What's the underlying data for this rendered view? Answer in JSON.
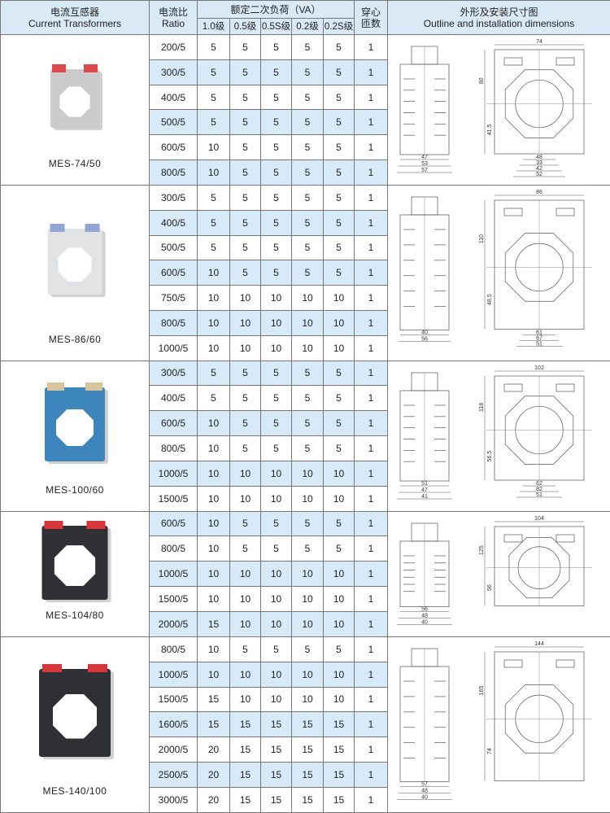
{
  "header": {
    "product_cn": "电流互感器",
    "product_en": "Current Transformers",
    "ratio_cn": "电流比",
    "ratio_en": "Ratio",
    "burden_title": "额定二次负荷（VA）",
    "classes": [
      "1.0级",
      "0.5级",
      "0.5S级",
      "0.2级",
      "0.2S级"
    ],
    "turns_cn_1": "穿心",
    "turns_cn_2": "匝数",
    "outline_cn": "外形及安装尺寸图",
    "outline_en": "Outline and installation dimensions"
  },
  "colors": {
    "header_bg": "#d9e9f6",
    "stripe": "#d7eaf8"
  },
  "groups": [
    {
      "model": "MES-74/50",
      "body_color": "#c9cbcd",
      "terminal_color": "#e0484c",
      "side_dims": [
        "47",
        "53",
        "57"
      ],
      "front_dims": [
        "74",
        "48",
        "90",
        "41.5",
        "33",
        "42",
        "52"
      ],
      "rows": [
        {
          "ratio": "200/5",
          "va": [
            "5",
            "5",
            "5",
            "5",
            "5"
          ],
          "turns": "1",
          "blue": false
        },
        {
          "ratio": "300/5",
          "va": [
            "5",
            "5",
            "5",
            "5",
            "5"
          ],
          "turns": "1",
          "blue": true
        },
        {
          "ratio": "400/5",
          "va": [
            "5",
            "5",
            "5",
            "5",
            "5"
          ],
          "turns": "1",
          "blue": false
        },
        {
          "ratio": "500/5",
          "va": [
            "5",
            "5",
            "5",
            "5",
            "5"
          ],
          "turns": "1",
          "blue": true
        },
        {
          "ratio": "600/5",
          "va": [
            "10",
            "5",
            "5",
            "5",
            "5"
          ],
          "turns": "1",
          "blue": false
        },
        {
          "ratio": "800/5",
          "va": [
            "10",
            "5",
            "5",
            "5",
            "5"
          ],
          "turns": "1",
          "blue": true
        }
      ]
    },
    {
      "model": "MES-86/60",
      "body_color": "#e2e3e4",
      "terminal_color": "#8fa6d6",
      "side_dims": [
        "40",
        "56"
      ],
      "front_dims": [
        "86",
        "110",
        "48.5",
        "61",
        "67",
        "51"
      ],
      "rows": [
        {
          "ratio": "300/5",
          "va": [
            "5",
            "5",
            "5",
            "5",
            "5"
          ],
          "turns": "1",
          "blue": false
        },
        {
          "ratio": "400/5",
          "va": [
            "5",
            "5",
            "5",
            "5",
            "5"
          ],
          "turns": "1",
          "blue": true
        },
        {
          "ratio": "500/5",
          "va": [
            "5",
            "5",
            "5",
            "5",
            "5"
          ],
          "turns": "1",
          "blue": false
        },
        {
          "ratio": "600/5",
          "va": [
            "10",
            "5",
            "5",
            "5",
            "5"
          ],
          "turns": "1",
          "blue": true
        },
        {
          "ratio": "750/5",
          "va": [
            "10",
            "10",
            "10",
            "10",
            "10"
          ],
          "turns": "1",
          "blue": false
        },
        {
          "ratio": "800/5",
          "va": [
            "10",
            "10",
            "10",
            "10",
            "10"
          ],
          "turns": "1",
          "blue": true
        },
        {
          "ratio": "1000/5",
          "va": [
            "10",
            "10",
            "10",
            "10",
            "10"
          ],
          "turns": "1",
          "blue": false
        }
      ]
    },
    {
      "model": "MES-100/60",
      "body_color": "#3d86bd",
      "terminal_color": "#d8c49a",
      "side_dims": [
        "51",
        "47",
        "41"
      ],
      "front_dims": [
        "102",
        "118",
        "56.5",
        "62",
        "82",
        "51"
      ],
      "rows": [
        {
          "ratio": "300/5",
          "va": [
            "5",
            "5",
            "5",
            "5",
            "5"
          ],
          "turns": "1",
          "blue": true
        },
        {
          "ratio": "400/5",
          "va": [
            "5",
            "5",
            "5",
            "5",
            "5"
          ],
          "turns": "1",
          "blue": false
        },
        {
          "ratio": "600/5",
          "va": [
            "10",
            "5",
            "5",
            "5",
            "5"
          ],
          "turns": "1",
          "blue": true
        },
        {
          "ratio": "800/5",
          "va": [
            "10",
            "5",
            "5",
            "5",
            "5"
          ],
          "turns": "1",
          "blue": false
        },
        {
          "ratio": "1000/5",
          "va": [
            "10",
            "10",
            "10",
            "10",
            "10"
          ],
          "turns": "1",
          "blue": true
        },
        {
          "ratio": "1500/5",
          "va": [
            "10",
            "10",
            "10",
            "10",
            "10"
          ],
          "turns": "1",
          "blue": false
        }
      ]
    },
    {
      "model": "MES-104/80",
      "body_color": "#2f3033",
      "terminal_color": "#d9363b",
      "side_dims": [
        "56",
        "48",
        "40"
      ],
      "front_dims": [
        "104",
        "125",
        "56"
      ],
      "rows": [
        {
          "ratio": "600/5",
          "va": [
            "10",
            "5",
            "5",
            "5",
            "5"
          ],
          "turns": "1",
          "blue": true
        },
        {
          "ratio": "800/5",
          "va": [
            "10",
            "5",
            "5",
            "5",
            "5"
          ],
          "turns": "1",
          "blue": false
        },
        {
          "ratio": "1000/5",
          "va": [
            "10",
            "10",
            "10",
            "10",
            "10"
          ],
          "turns": "1",
          "blue": true
        },
        {
          "ratio": "1500/5",
          "va": [
            "10",
            "10",
            "10",
            "10",
            "10"
          ],
          "turns": "1",
          "blue": false
        },
        {
          "ratio": "2000/5",
          "va": [
            "15",
            "10",
            "10",
            "10",
            "10"
          ],
          "turns": "1",
          "blue": true
        }
      ]
    },
    {
      "model": "MES-140/100",
      "body_color": "#2f3033",
      "terminal_color": "#d9363b",
      "side_dims": [
        "57",
        "48",
        "40"
      ],
      "front_dims": [
        "144",
        "165",
        "74"
      ],
      "rows": [
        {
          "ratio": "800/5",
          "va": [
            "10",
            "5",
            "5",
            "5",
            "5"
          ],
          "turns": "1",
          "blue": false
        },
        {
          "ratio": "1000/5",
          "va": [
            "10",
            "10",
            "10",
            "10",
            "10"
          ],
          "turns": "1",
          "blue": true
        },
        {
          "ratio": "1500/5",
          "va": [
            "15",
            "10",
            "10",
            "10",
            "10"
          ],
          "turns": "1",
          "blue": false
        },
        {
          "ratio": "1600/5",
          "va": [
            "15",
            "15",
            "15",
            "15",
            "15"
          ],
          "turns": "1",
          "blue": true
        },
        {
          "ratio": "2000/5",
          "va": [
            "20",
            "15",
            "15",
            "15",
            "15"
          ],
          "turns": "1",
          "blue": false
        },
        {
          "ratio": "2500/5",
          "va": [
            "20",
            "15",
            "15",
            "15",
            "15"
          ],
          "turns": "1",
          "blue": true
        },
        {
          "ratio": "3000/5",
          "va": [
            "20",
            "15",
            "15",
            "15",
            "15"
          ],
          "turns": "1",
          "blue": false
        }
      ]
    }
  ]
}
